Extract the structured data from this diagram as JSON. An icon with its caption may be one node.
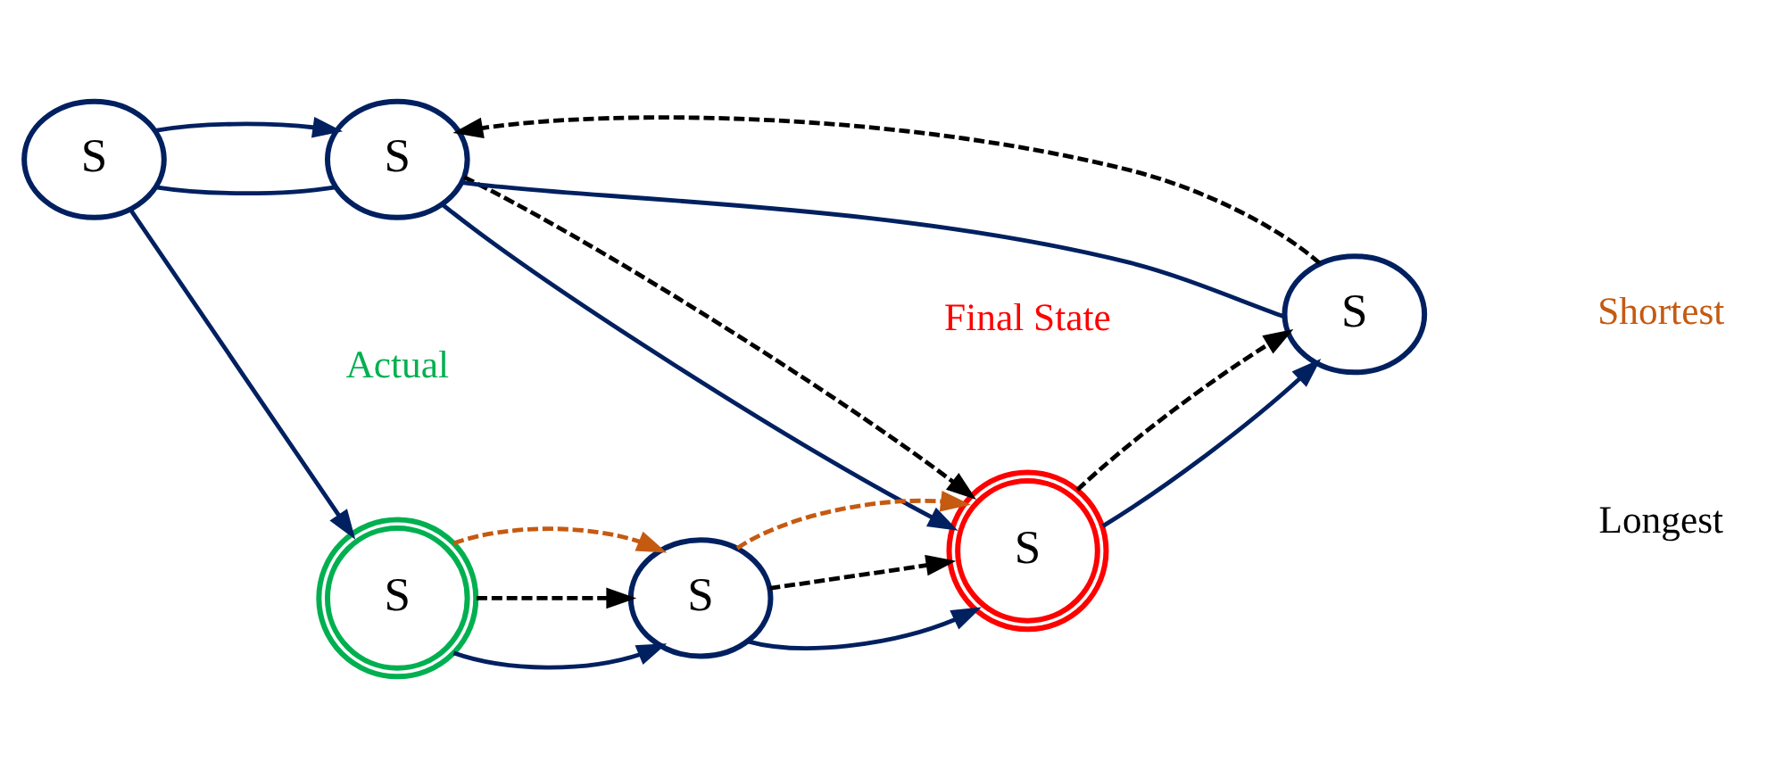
{
  "diagram": {
    "nodes": [
      {
        "text": [
          "S"
        ]
      },
      {
        "text": [
          "S"
        ]
      },
      {
        "text": [
          "S"
        ],
        "beside": [
          "Actual"
        ]
      },
      {
        "text": [
          "S"
        ]
      },
      {
        "text": [
          "S"
        ],
        "beside": [
          "Final State"
        ]
      },
      {
        "text": [
          "S"
        ]
      }
    ],
    "edges": [
      {
        "from": 0,
        "to": 1,
        "arrow": "none"
      },
      {
        "from": 0,
        "to": 1,
        "arrow": "to"
      },
      {
        "from": 0,
        "to": 2,
        "arrow": "to"
      },
      {
        "from": 2,
        "to": 3,
        "arrow": "to"
      },
      {
        "from": 3,
        "to": 4,
        "arrow": "to"
      },
      {
        "from": 1,
        "to": 4,
        "arrow": "to"
      },
      {
        "from": 4,
        "to": 5,
        "arrow": "to"
      },
      {
        "from": 1,
        "to": 5,
        "arrow": "none"
      },
      {
        "from": 5,
        "to": 1,
        "arrow": "to",
        "style": "dashed",
        "color": "#000000"
      },
      {
        "from": 1,
        "to": 4,
        "arrow": "to",
        "style": "dashed",
        "color": "#000000"
      },
      {
        "from": 4,
        "to": 5,
        "arrow": "to",
        "style": "dashed",
        "color": "#000000"
      },
      {
        "from": 2,
        "to": 3,
        "arrow": "to",
        "style": "dashed",
        "color": "#000000"
      },
      {
        "from": 2,
        "to": 3,
        "arrow": "to",
        "style": "dashed",
        "color": "#c55a11"
      },
      {
        "from": 3,
        "to": 4,
        "arrow": "to",
        "style": "dashed",
        "color": "#000000"
      },
      {
        "from": 3,
        "to": 4,
        "arrow": "to",
        "style": "dashed",
        "color": "#c55a11"
      }
    ],
    "legend": [
      {
        "text": "Shortest"
      },
      {
        "text": "Longest"
      }
    ]
  }
}
